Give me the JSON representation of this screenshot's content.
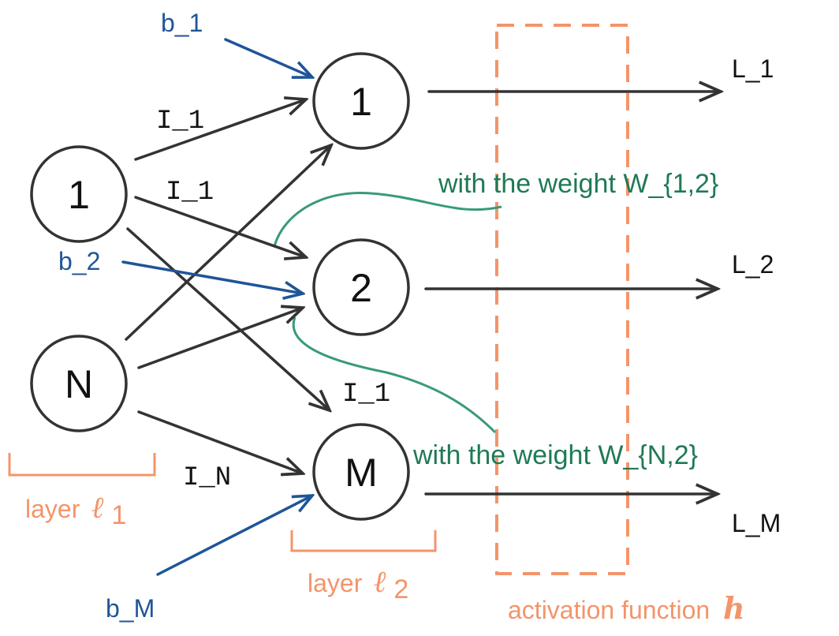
{
  "layer1": {
    "nodes": [
      "1",
      "N"
    ],
    "label": "layer",
    "symbol": "ℓ",
    "subscript": "1"
  },
  "layer2": {
    "nodes": [
      "1",
      "2",
      "M"
    ],
    "label": "layer",
    "symbol": "ℓ",
    "subscript": "2"
  },
  "edge_labels": {
    "to_node1": "I_1",
    "to_node2": "I_1",
    "to_nodeM": "I_1",
    "from_N_to_M": "I_N"
  },
  "biases": [
    "b_1",
    "b_2",
    "b_M"
  ],
  "outputs": [
    "L_1",
    "L_2",
    "L_M"
  ],
  "weight_notes": [
    "with the weight W_{1,2}",
    "with the weight W_{N,2}"
  ],
  "activation": {
    "label": "activation function",
    "symbol": "h"
  },
  "colors": {
    "bias": "#1f5597",
    "weight_note": "#1f7a55",
    "orange": "#f4946a",
    "edge": "#333333"
  }
}
